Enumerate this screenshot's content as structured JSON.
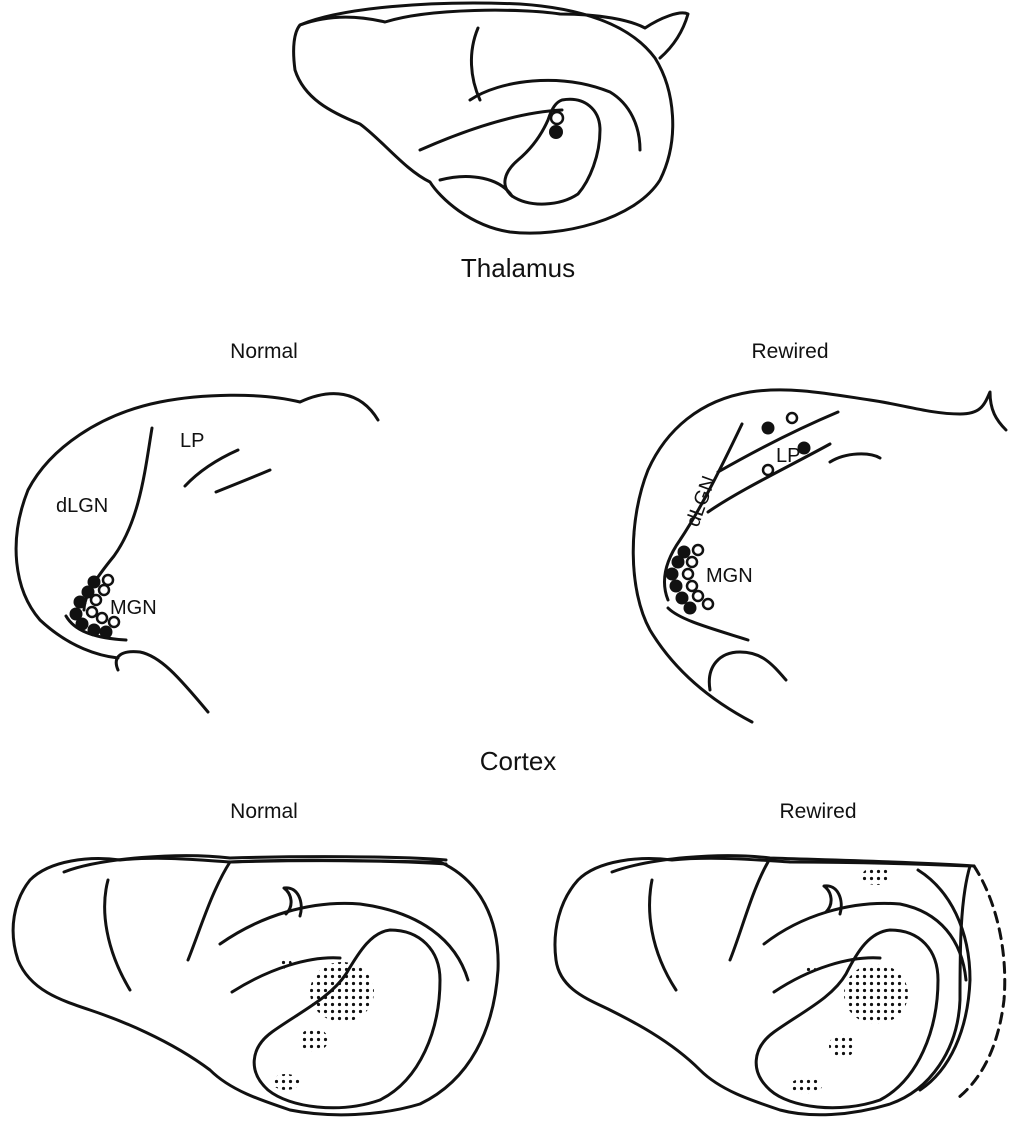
{
  "labels": {
    "thalamus_heading": "Thalamus",
    "cortex_heading": "Cortex",
    "thalamus_normal_title": "Normal",
    "thalamus_rewired_title": "Rewired",
    "cortex_normal_title": "Normal",
    "cortex_rewired_title": "Rewired",
    "normal_dlgn": "dLGN",
    "normal_lp": "LP",
    "normal_mgn": "MGN",
    "rewired_dlgn": "dLGN",
    "rewired_lp": "LP",
    "rewired_mgn": "MGN"
  },
  "colors": {
    "ink": "#111111",
    "background": "#ffffff"
  },
  "legend_symbols": {
    "filled": "filled-circle",
    "open": "open-circle"
  }
}
